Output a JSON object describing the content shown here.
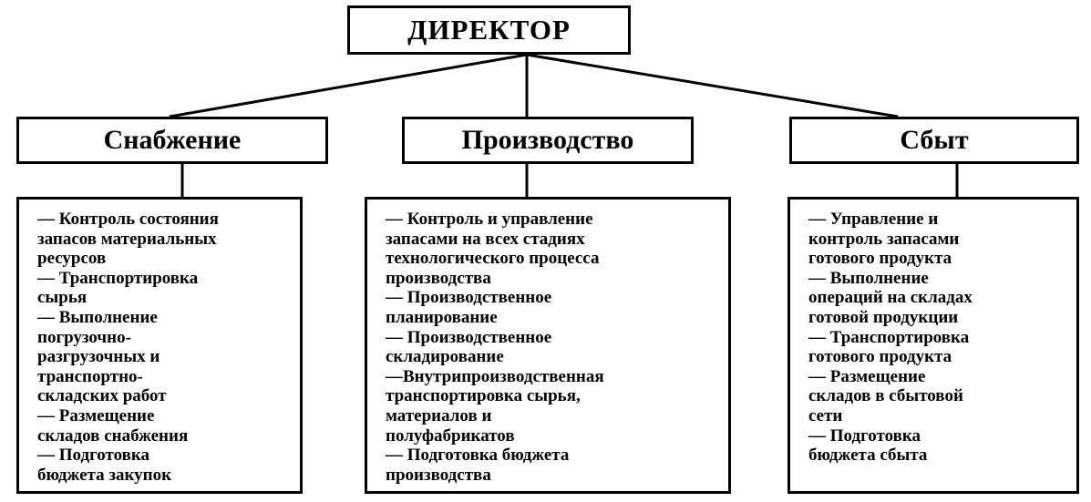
{
  "director": "ДИРЕКТОР",
  "departments": [
    {
      "title": "Снабжение",
      "duties": [
        "— Контроль состояния",
        "запасов материальных",
        "ресурсов",
        "— Транспортировка",
        "сырья",
        "— Выполнение",
        "погрузочно-",
        "разгрузочных и",
        "транспортно-",
        "складских работ",
        "— Размещение",
        "складов снабжения",
        "— Подготовка",
        "бюджета закупок"
      ]
    },
    {
      "title": "Производство",
      "duties": [
        "— Контроль и управление",
        "запасами на всех стадиях",
        "технологического процесса",
        "производства",
        "— Производственное",
        "планирование",
        "— Производственное",
        "складирование",
        "—Внутрипроизводственная",
        "транспортировка сырья,",
        "материалов и",
        "полуфабрикатов",
        "— Подготовка бюджета",
        "производства"
      ]
    },
    {
      "title": "Сбыт",
      "duties": [
        "— Управление и",
        "контроль запасами",
        "готового продукта",
        "— Выполнение",
        "операций на складах",
        "готовой продукции",
        "— Транспортировка",
        "готового продукта",
        "— Размещение",
        "складов в сбытовой",
        "сети",
        "— Подготовка",
        "бюджета сбыта"
      ]
    }
  ]
}
